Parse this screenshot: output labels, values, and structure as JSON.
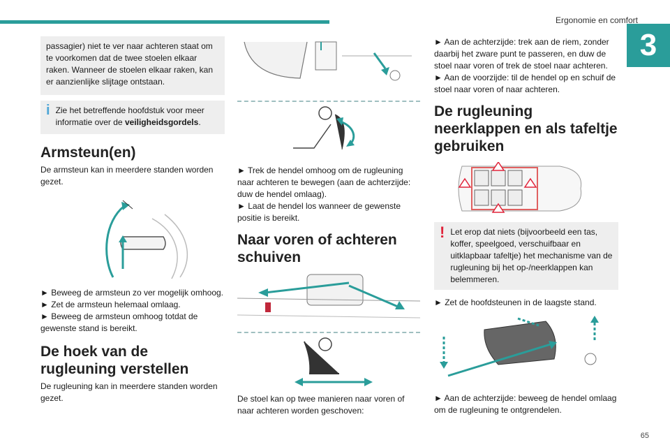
{
  "header": {
    "section": "Ergonomie en comfort",
    "chapter": "3",
    "page": "65"
  },
  "col1": {
    "box_text": "passagier) niet te ver naar achteren staat om te voorkomen dat de twee stoelen elkaar raken. Wanneer de stoelen elkaar raken, kan er aanzienlijke slijtage ontstaan.",
    "info_text": "Zie het betreffende hoofdstuk voor meer informatie over de ",
    "info_bold": "veiligheidsgordels",
    "info_end": ".",
    "h_armrest": "Armsteun(en)",
    "armrest_intro": "De armsteun kan in meerdere standen worden gezet.",
    "armrest_steps": [
      "► Beweeg de armsteun zo ver mogelijk omhoog.",
      "► Zet de armsteun helemaal omlaag.",
      "► Beweeg de armsteun omhoog totdat de gewenste stand is bereikt."
    ],
    "h_backrest": "De hoek van de rugleuning verstellen",
    "backrest_intro": "De rugleuning kan in meerdere standen worden gezet."
  },
  "col2": {
    "steps": [
      "► Trek de hendel omhoog om de rugleuning naar achteren te bewegen (aan de achterzijde: duw de hendel omlaag).",
      "► Laat de hendel los wanneer de gewenste positie is bereikt."
    ],
    "h_slide": "Naar voren of achteren schuiven",
    "slide_text": "De stoel kan op twee manieren naar voren of naar achteren worden geschoven:"
  },
  "col3": {
    "steps_top": [
      "► Aan de achterzijde: trek aan de riem, zonder daarbij het zware punt te passeren, en duw de stoel naar voren of trek de stoel naar achteren.",
      "► Aan de voorzijde: til de hendel op en schuif de stoel naar voren of naar achteren."
    ],
    "h_fold": "De rugleuning neerklappen en als tafeltje gebruiken",
    "warning": "Let erop dat niets (bijvoorbeeld een tas, koffer, speelgoed, verschuifbaar en uitklapbaar tafeltje) het mechanisme van de rugleuning bij het op-/neerklappen kan belemmeren.",
    "step_headrest": "► Zet de hoofdsteunen in de laagste stand.",
    "step_lever": "► Aan de achterzijde: beweeg de hendel omlaag om de rugleuning te ontgrendelen."
  },
  "colors": {
    "accent": "#2a9d9a",
    "warning": "#e0233a",
    "info": "#4ea6d6"
  }
}
